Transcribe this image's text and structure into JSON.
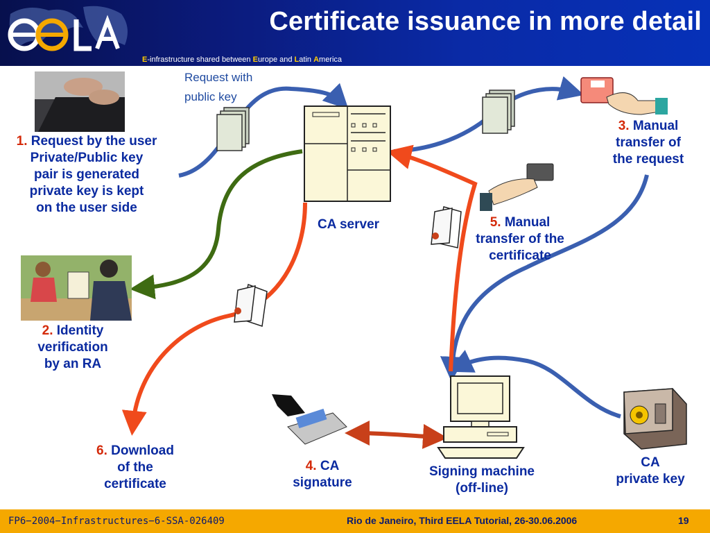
{
  "header": {
    "title": "Certificate issuance in more detail",
    "subtitle_parts": [
      "E",
      "-infrastructure shared between ",
      "E",
      "urope and ",
      "L",
      "atin ",
      "A",
      "merica"
    ]
  },
  "diagram": {
    "request_label": [
      "Request with",
      "public key"
    ],
    "ca_server": "CA server",
    "step1": {
      "num": "1.",
      "lines": [
        "Request by the user",
        "Private/Public key",
        "pair is generated",
        "private key is kept",
        "on the user side"
      ]
    },
    "step2": {
      "num": "2.",
      "lines": [
        "Identity",
        "verification",
        "by an RA"
      ]
    },
    "step3": {
      "num": "3.",
      "lines": [
        "Manual",
        "transfer of",
        "the request"
      ]
    },
    "step4": {
      "num": "4.",
      "lines": [
        "CA",
        "signature"
      ]
    },
    "step5": {
      "num": "5.",
      "lines": [
        "Manual",
        "transfer of the",
        "certificate"
      ]
    },
    "step6": {
      "num": "6.",
      "lines": [
        "Download",
        "of the",
        "certificate"
      ]
    },
    "signing_machine": [
      "Signing machine",
      "(off-line)"
    ],
    "ca_private_key": [
      "CA",
      "private key"
    ],
    "colors": {
      "blue_arrow": "#3a5fb0",
      "red_arrow": "#f04a1c",
      "green_arrow": "#3e6b12",
      "dark_red_arrow": "#c8401a"
    }
  },
  "footer": {
    "project": "FP6−2004−Infrastructures−6-SSA-026409",
    "event": "Rio de Janeiro, Third EELA Tutorial, 26-30.06.2006",
    "page": "19"
  }
}
